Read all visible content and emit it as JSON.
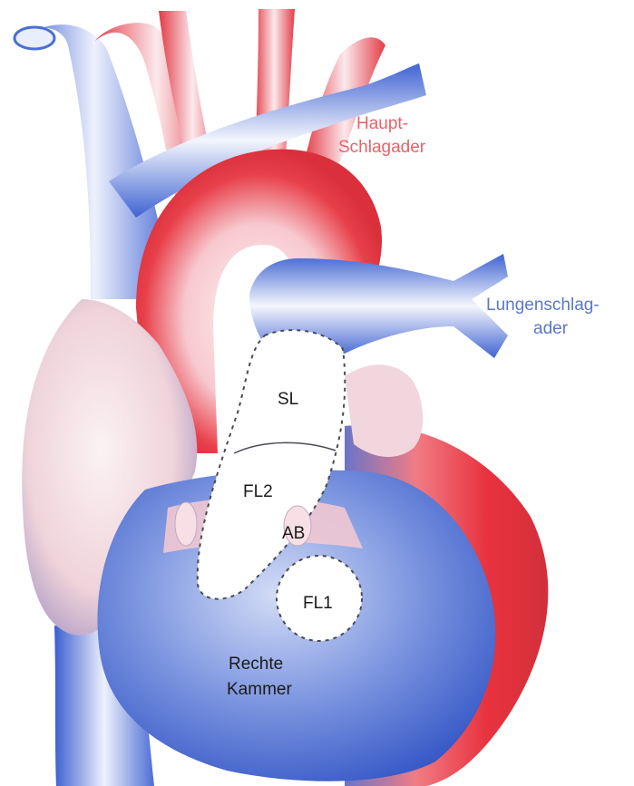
{
  "labels": {
    "aorta_line1": "Haupt-",
    "aorta_line2": "Schlagader",
    "pulmonary_line1": "Lungenschlag-",
    "pulmonary_line2": "ader",
    "sl": "SL",
    "fl2": "FL2",
    "ab": "AB",
    "fl1": "FL1",
    "ventricle_line1": "Rechte",
    "ventricle_line2": "Kammer"
  },
  "colors": {
    "arterial_red": "#e8404a",
    "venous_blue": "#4a6fd6",
    "light_blue": "#9fb4ea",
    "pale_pink": "#f3dde3",
    "patch_white": "#ffffff",
    "suture_dark": "#4a4a55"
  }
}
